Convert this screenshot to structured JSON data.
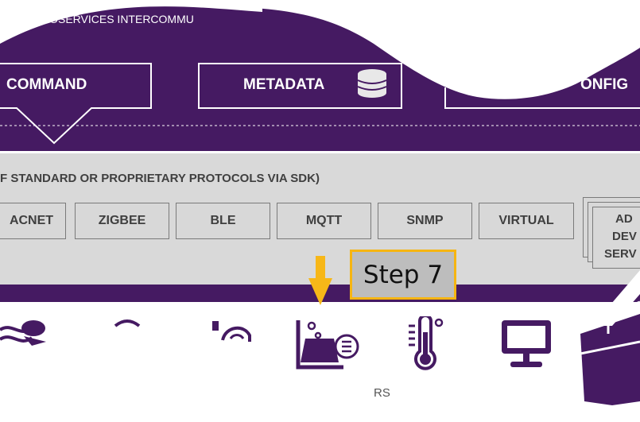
{
  "banner": {
    "text": "ROSERVICES INTERCOMMU"
  },
  "services": {
    "command": "COMMAND",
    "metadata": "METADATA",
    "config": "ONFIG"
  },
  "sdk": {
    "title": "F STANDARD OR PROPRIETARY PROTOCOLS VIA SDK)",
    "protocols": [
      "ACNET",
      "ZIGBEE",
      "BLE",
      "MQTT",
      "SNMP",
      "VIRTUAL"
    ],
    "additional_lines": [
      "AD",
      "DEV",
      "SERV"
    ]
  },
  "step": {
    "label": "Step 7"
  },
  "bottom": {
    "text": "RS"
  },
  "icons": [
    "wind-turbine-icon",
    "database-icon",
    "sensor-icon",
    "lab-equipment-icon",
    "thermometer-icon",
    "monitor-icon",
    "toolbox-icon"
  ],
  "colors": {
    "purple": "#451a62",
    "panel_gray": "#d8d8d8",
    "accent_yellow": "#f6b512",
    "arrow_yellow": "#f7b718"
  }
}
